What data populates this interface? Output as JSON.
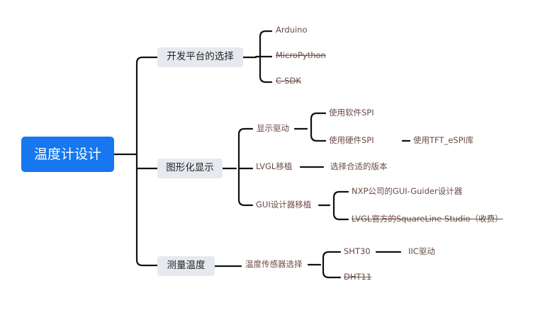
{
  "root": {
    "label": "温度计设计"
  },
  "branches": {
    "platform": {
      "label": "开发平台的选择",
      "items": [
        {
          "label": "Arduino"
        },
        {
          "label": "MicroPython"
        },
        {
          "label": "C-SDK"
        }
      ]
    },
    "graphics": {
      "label": "图形化显示",
      "display_driver": {
        "label": "显示驱动",
        "items": [
          {
            "label": "使用软件SPI"
          },
          {
            "label": "使用硬件SPI"
          }
        ],
        "hw_spi_child": {
          "label": "使用TFT_eSPI库"
        }
      },
      "lvgl_port": {
        "label": "LVGL移植",
        "child": {
          "label": "选择合适的版本"
        }
      },
      "gui_designer": {
        "label": "GUI设计器移植",
        "items": [
          {
            "label": "NXP公司的GUI-Guider设计器"
          },
          {
            "label": "LVGL官方的SquareLine Studio（收费）"
          }
        ]
      }
    },
    "measure": {
      "label": "测量温度",
      "sensor_select": {
        "label": "温度传感器选择",
        "items": [
          {
            "label": "SHT30"
          },
          {
            "label": "DHT11"
          }
        ],
        "sht30_child": {
          "label": "IIC驱动"
        }
      }
    }
  }
}
